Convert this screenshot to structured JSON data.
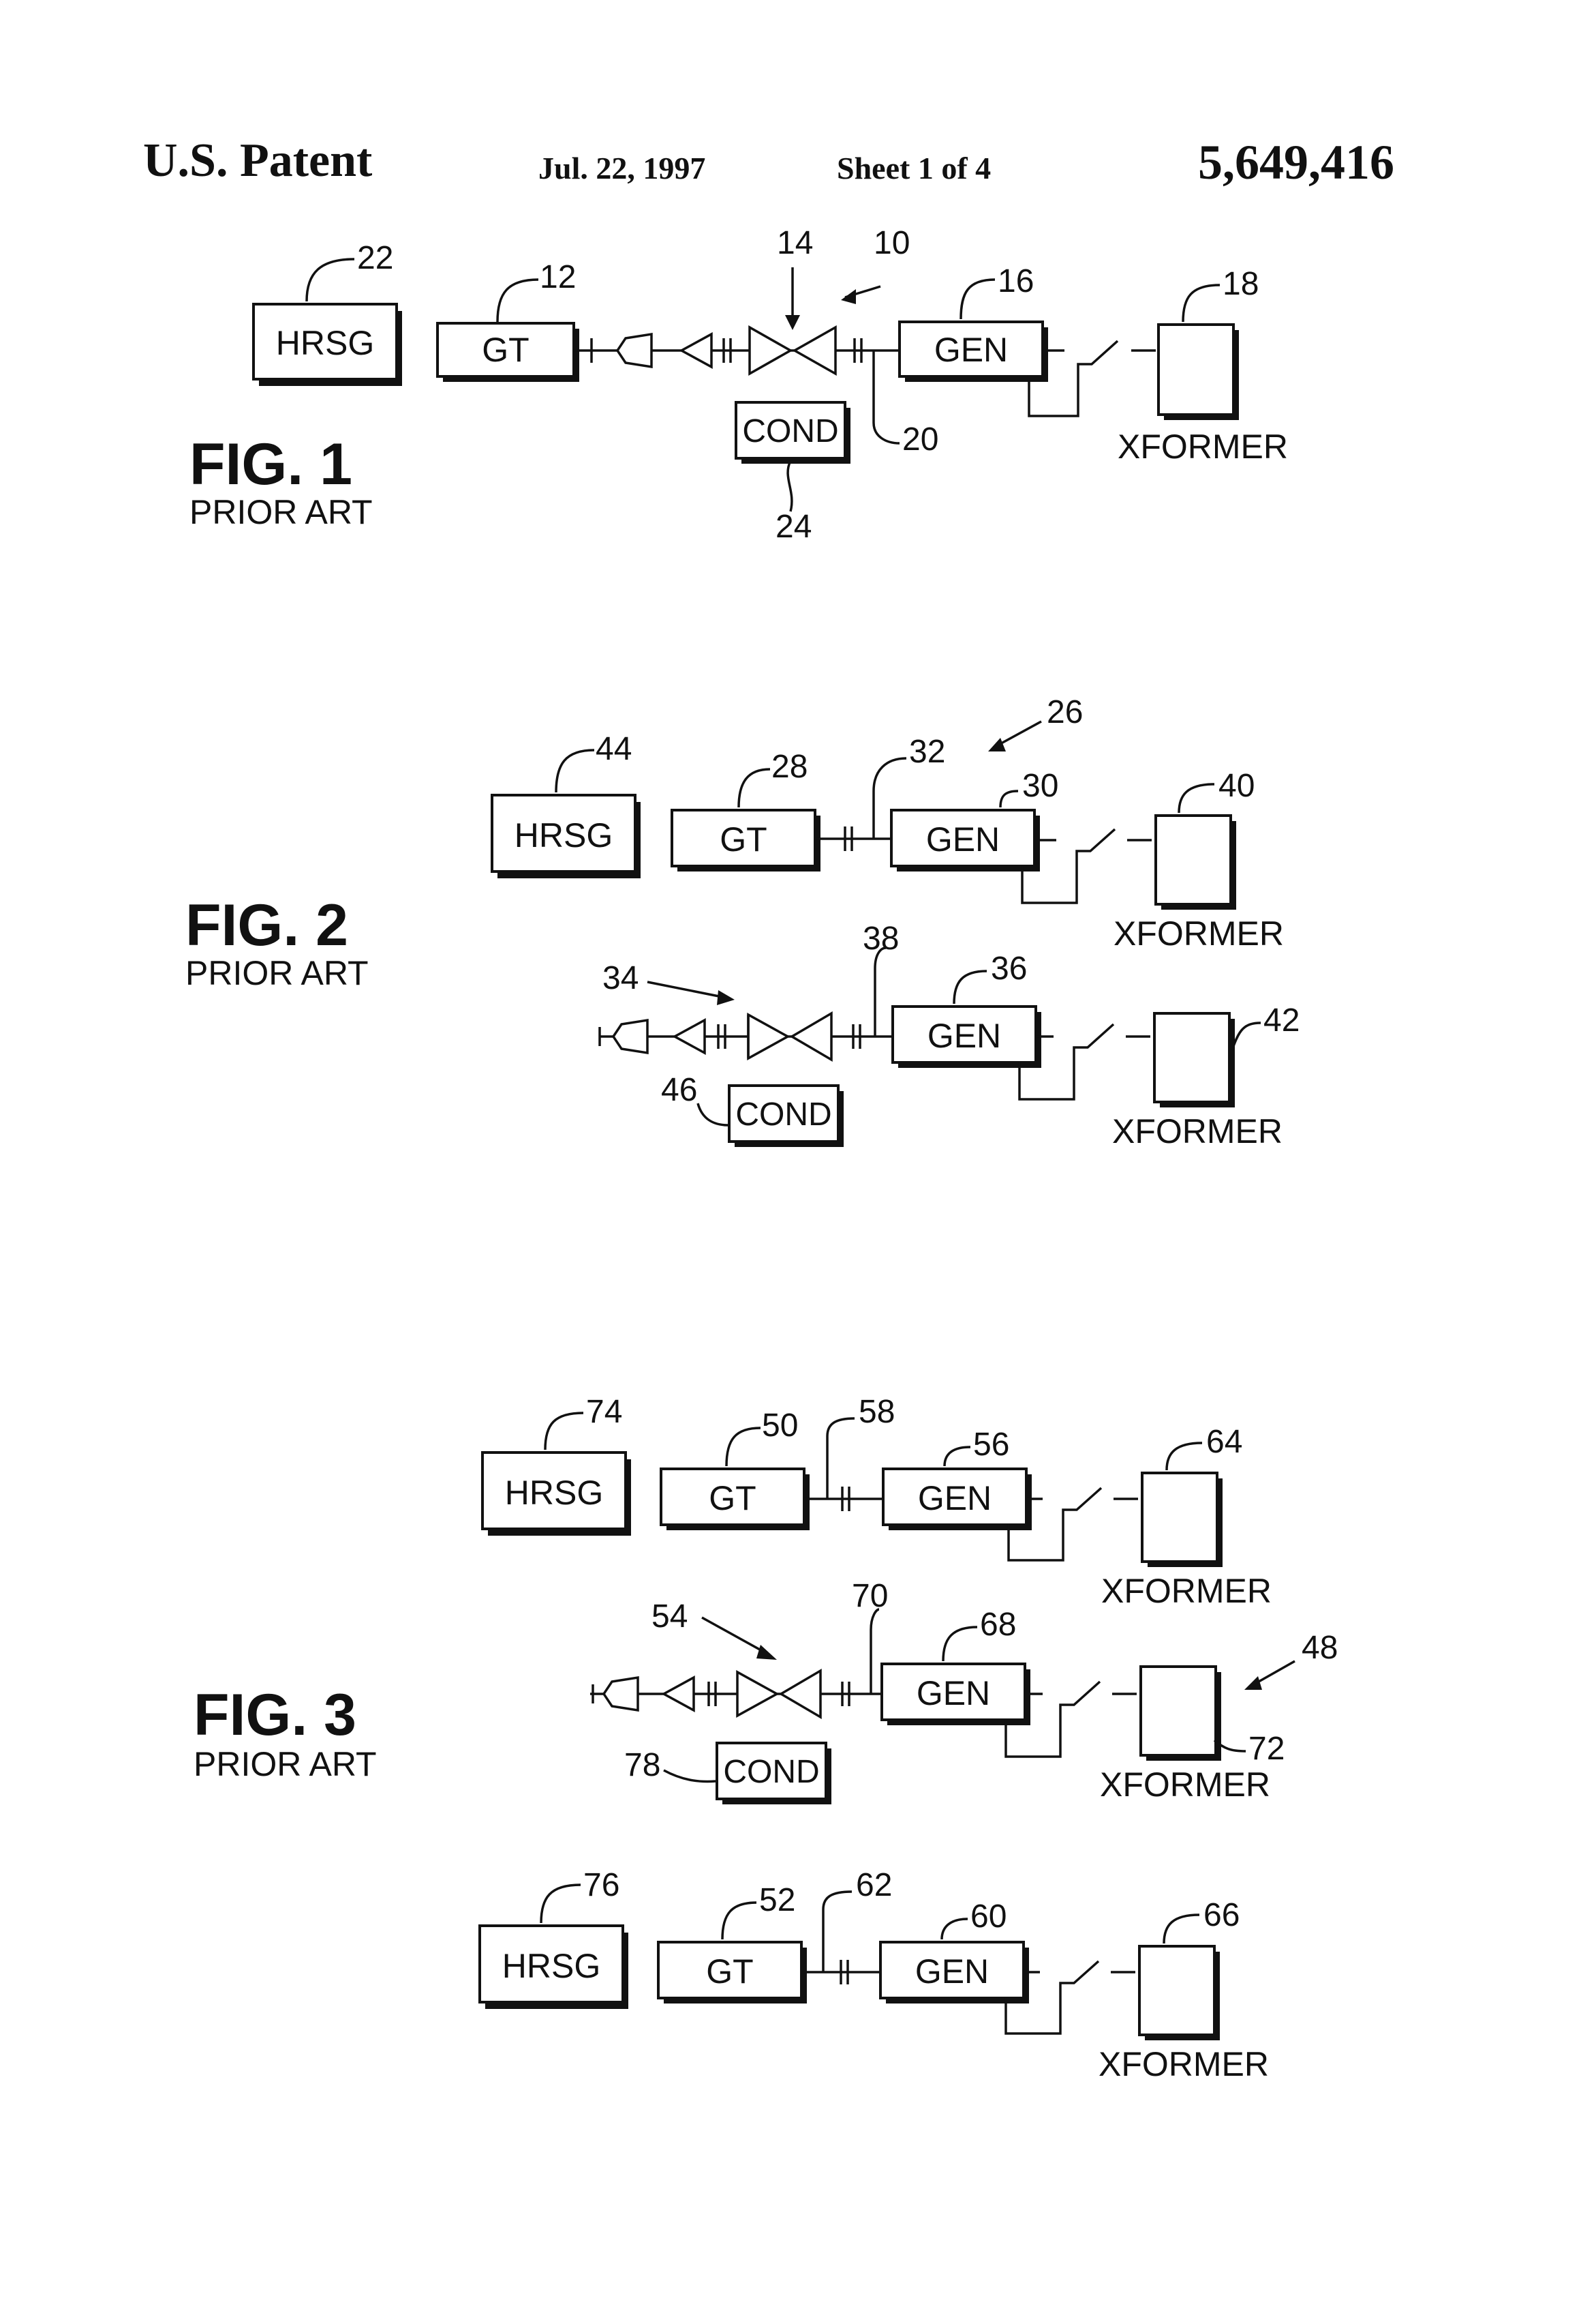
{
  "header": {
    "left": "U.S. Patent",
    "date": "Jul. 22, 1997",
    "sheet": "Sheet 1 of 4",
    "number": "5,649,416"
  },
  "labels": {
    "hrsg": "HRSG",
    "gt": "GT",
    "gen": "GEN",
    "cond": "COND",
    "xformer": "XFORMER"
  },
  "fig1": {
    "title": "FIG. 1",
    "subtitle": "PRIOR ART",
    "refs": {
      "hrsg": "22",
      "gt": "12",
      "steam_turbine": "14",
      "system": "10",
      "gen": "16",
      "xformer": "18",
      "shaft": "20",
      "cond": "24"
    }
  },
  "fig2": {
    "title": "FIG. 2",
    "subtitle": "PRIOR ART",
    "refs": {
      "hrsg": "44",
      "gt": "28",
      "shaft_a": "32",
      "system": "26",
      "gen_a": "30",
      "xformer_a": "40",
      "steam_turbine": "34",
      "shaft_b": "38",
      "gen_b": "36",
      "xformer_b": "42",
      "cond": "46"
    }
  },
  "fig3": {
    "title": "FIG. 3",
    "subtitle": "PRIOR ART",
    "refs": {
      "hrsg_a": "74",
      "gt_a": "50",
      "shaft_a": "58",
      "gen_a": "56",
      "xformer_a": "64",
      "steam_turbine": "54",
      "shaft_b": "70",
      "gen_b": "68",
      "system": "48",
      "xformer_b": "72",
      "cond": "78",
      "hrsg_c": "76",
      "gt_c": "52",
      "shaft_c": "62",
      "gen_c": "60",
      "xformer_c": "66"
    }
  }
}
